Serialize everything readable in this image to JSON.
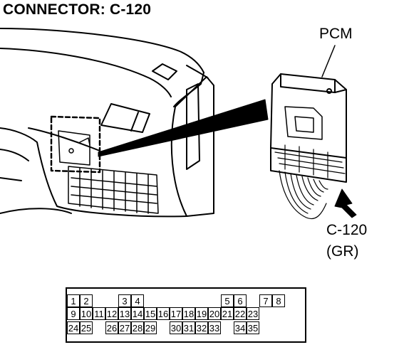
{
  "title": "CONNECTOR: C-120",
  "labels": {
    "module": "PCM",
    "connector_id": "C-120",
    "connector_color": "(GR)"
  },
  "pin_rows": [
    [
      "1",
      "2",
      "3",
      "4",
      "5",
      "6",
      "7",
      "8"
    ],
    [
      "9",
      "10",
      "11",
      "12",
      "13",
      "14",
      "15",
      "16",
      "17",
      "18",
      "19",
      "20",
      "21",
      "22",
      "23"
    ],
    [
      "24",
      "25",
      "26",
      "27",
      "28",
      "29",
      "30",
      "31",
      "32",
      "33",
      "34",
      "35"
    ]
  ]
}
